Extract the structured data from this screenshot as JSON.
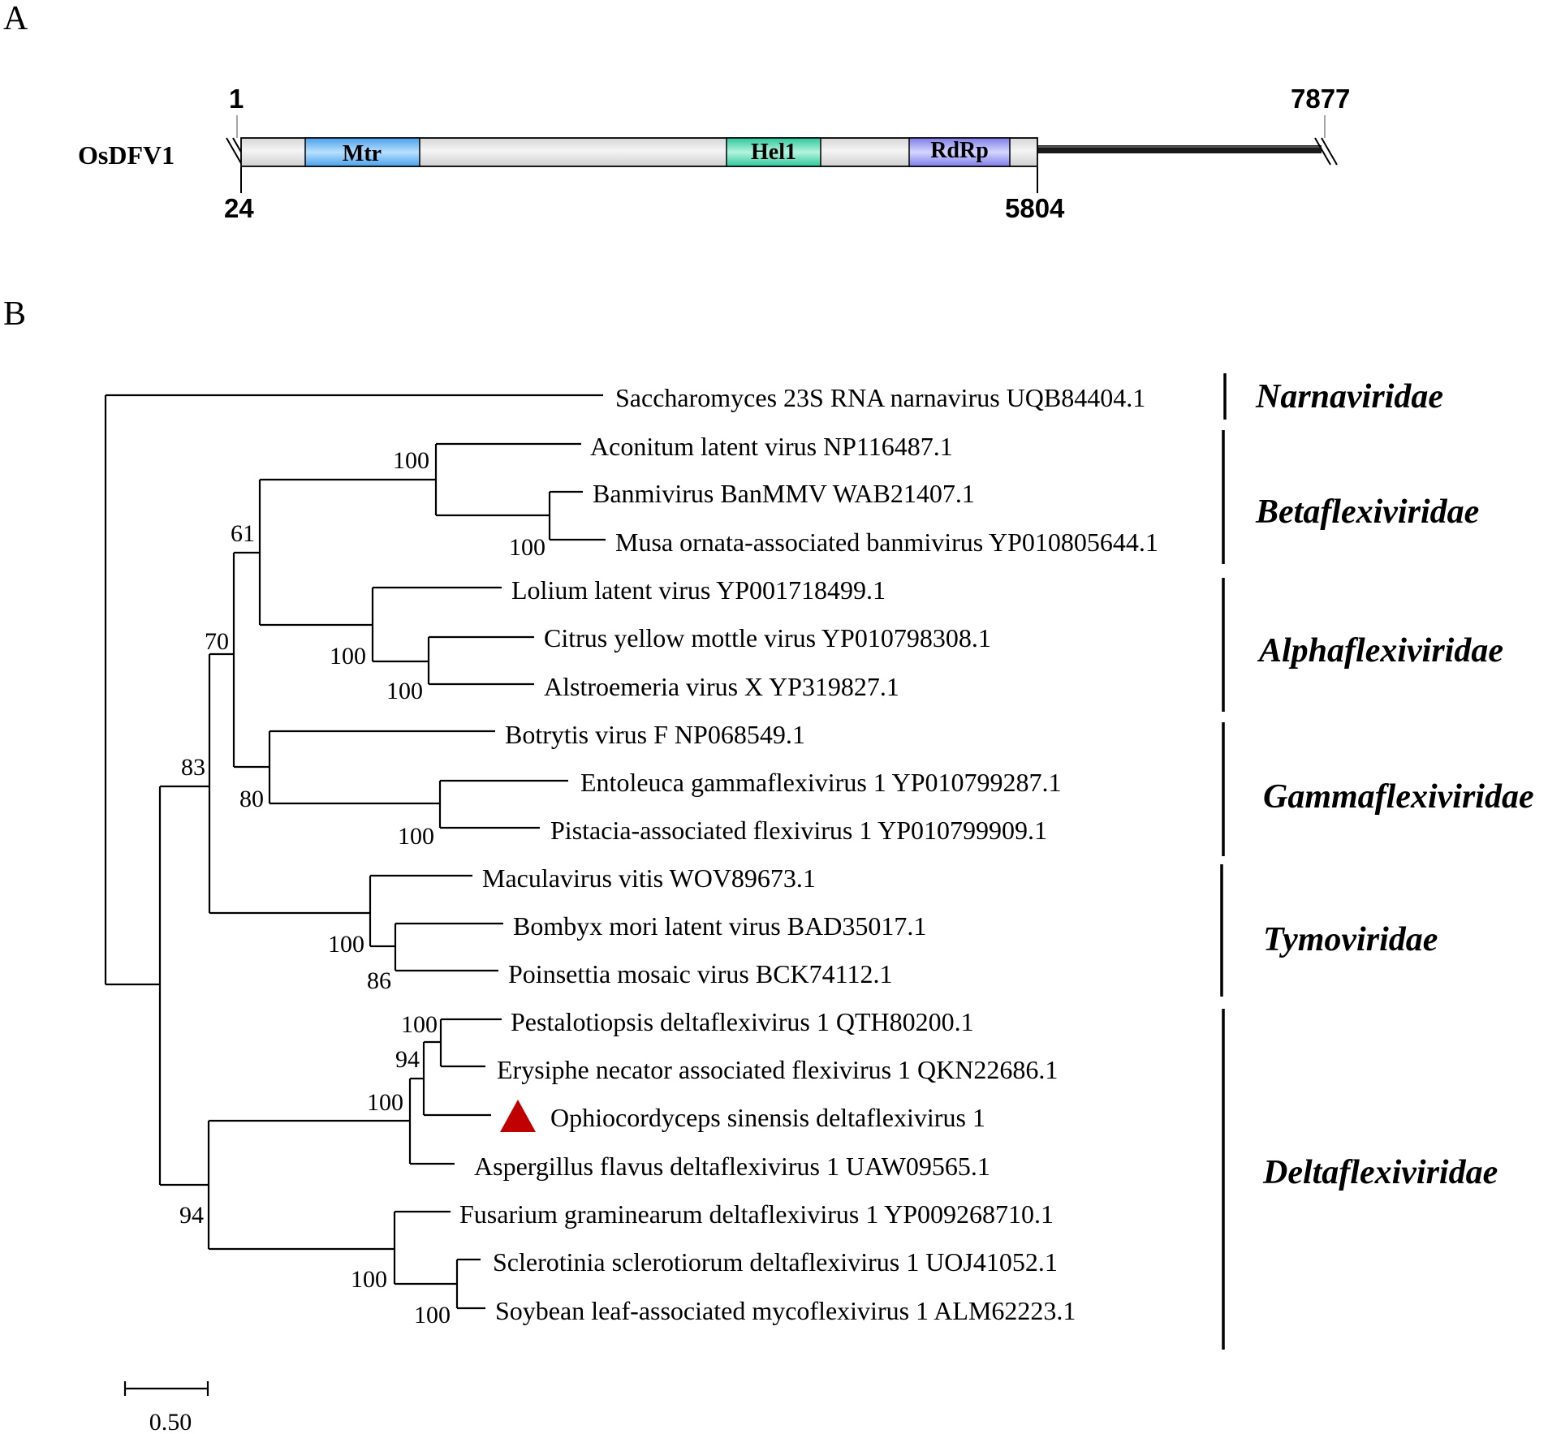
{
  "panel_a": {
    "letter": "A",
    "genome_name": "OsDFV1",
    "pos_start": "1",
    "pos_end": "7877",
    "orf_start": "24",
    "orf_end": "5804",
    "domains": [
      {
        "label": "Mtr",
        "color": "#5aaef0"
      },
      {
        "label": "Hel1",
        "color": "#3ccfa5"
      },
      {
        "label": "RdRp",
        "color": "#8c8cf0"
      }
    ]
  },
  "panel_b": {
    "letter": "B",
    "leaves": [
      "Saccharomyces 23S RNA narnavirus UQB84404.1",
      "Aconitum latent virus NP116487.1",
      "Banmivirus BanMMV WAB21407.1",
      "Musa ornata-associated banmivirus YP010805644.1",
      "Lolium latent virus YP001718499.1",
      "Citrus yellow mottle virus YP010798308.1",
      "Alstroemeria virus X YP319827.1",
      "Botrytis virus F NP068549.1",
      "Entoleuca gammaflexivirus 1 YP010799287.1",
      "Pistacia-associated flexivirus 1 YP010799909.1",
      "Maculavirus vitis WOV89673.1",
      "Bombyx mori latent virus BAD35017.1",
      "Poinsettia mosaic virus BCK74112.1",
      "Pestalotiopsis deltaflexivirus 1 QTH80200.1",
      "Erysiphe necator associated flexivirus 1 QKN22686.1",
      "Ophiocordyceps sinensis deltaflexivirus 1",
      "Aspergillus flavus deltaflexivirus 1 UAW09565.1",
      "Fusarium graminearum deltaflexivirus 1 YP009268710.1",
      "Sclerotinia sclerotiorum deltaflexivirus 1 UOJ41052.1",
      "Soybean leaf-associated mycoflexivirus 1 ALM62223.1"
    ],
    "bootstraps": {
      "n100a": "100",
      "n100b": "100",
      "n61": "61",
      "n100c": "100",
      "n100d": "100",
      "n70": "70",
      "n80": "80",
      "n100e": "100",
      "n83": "83",
      "n100f": "100",
      "n86": "86",
      "n100g": "100",
      "n94a": "94",
      "n100h": "100",
      "n94b": "94",
      "n100i": "100",
      "n100j": "100"
    },
    "families": [
      "Narnaviridae",
      "Betaflexiviridae",
      "Alphaflexiviridae",
      "Gammaflexiviridae",
      "Tymoviridae",
      "Deltaflexiviridae"
    ],
    "highlight_marker_color": "#c00000",
    "scale_bar_label": "0.50"
  }
}
